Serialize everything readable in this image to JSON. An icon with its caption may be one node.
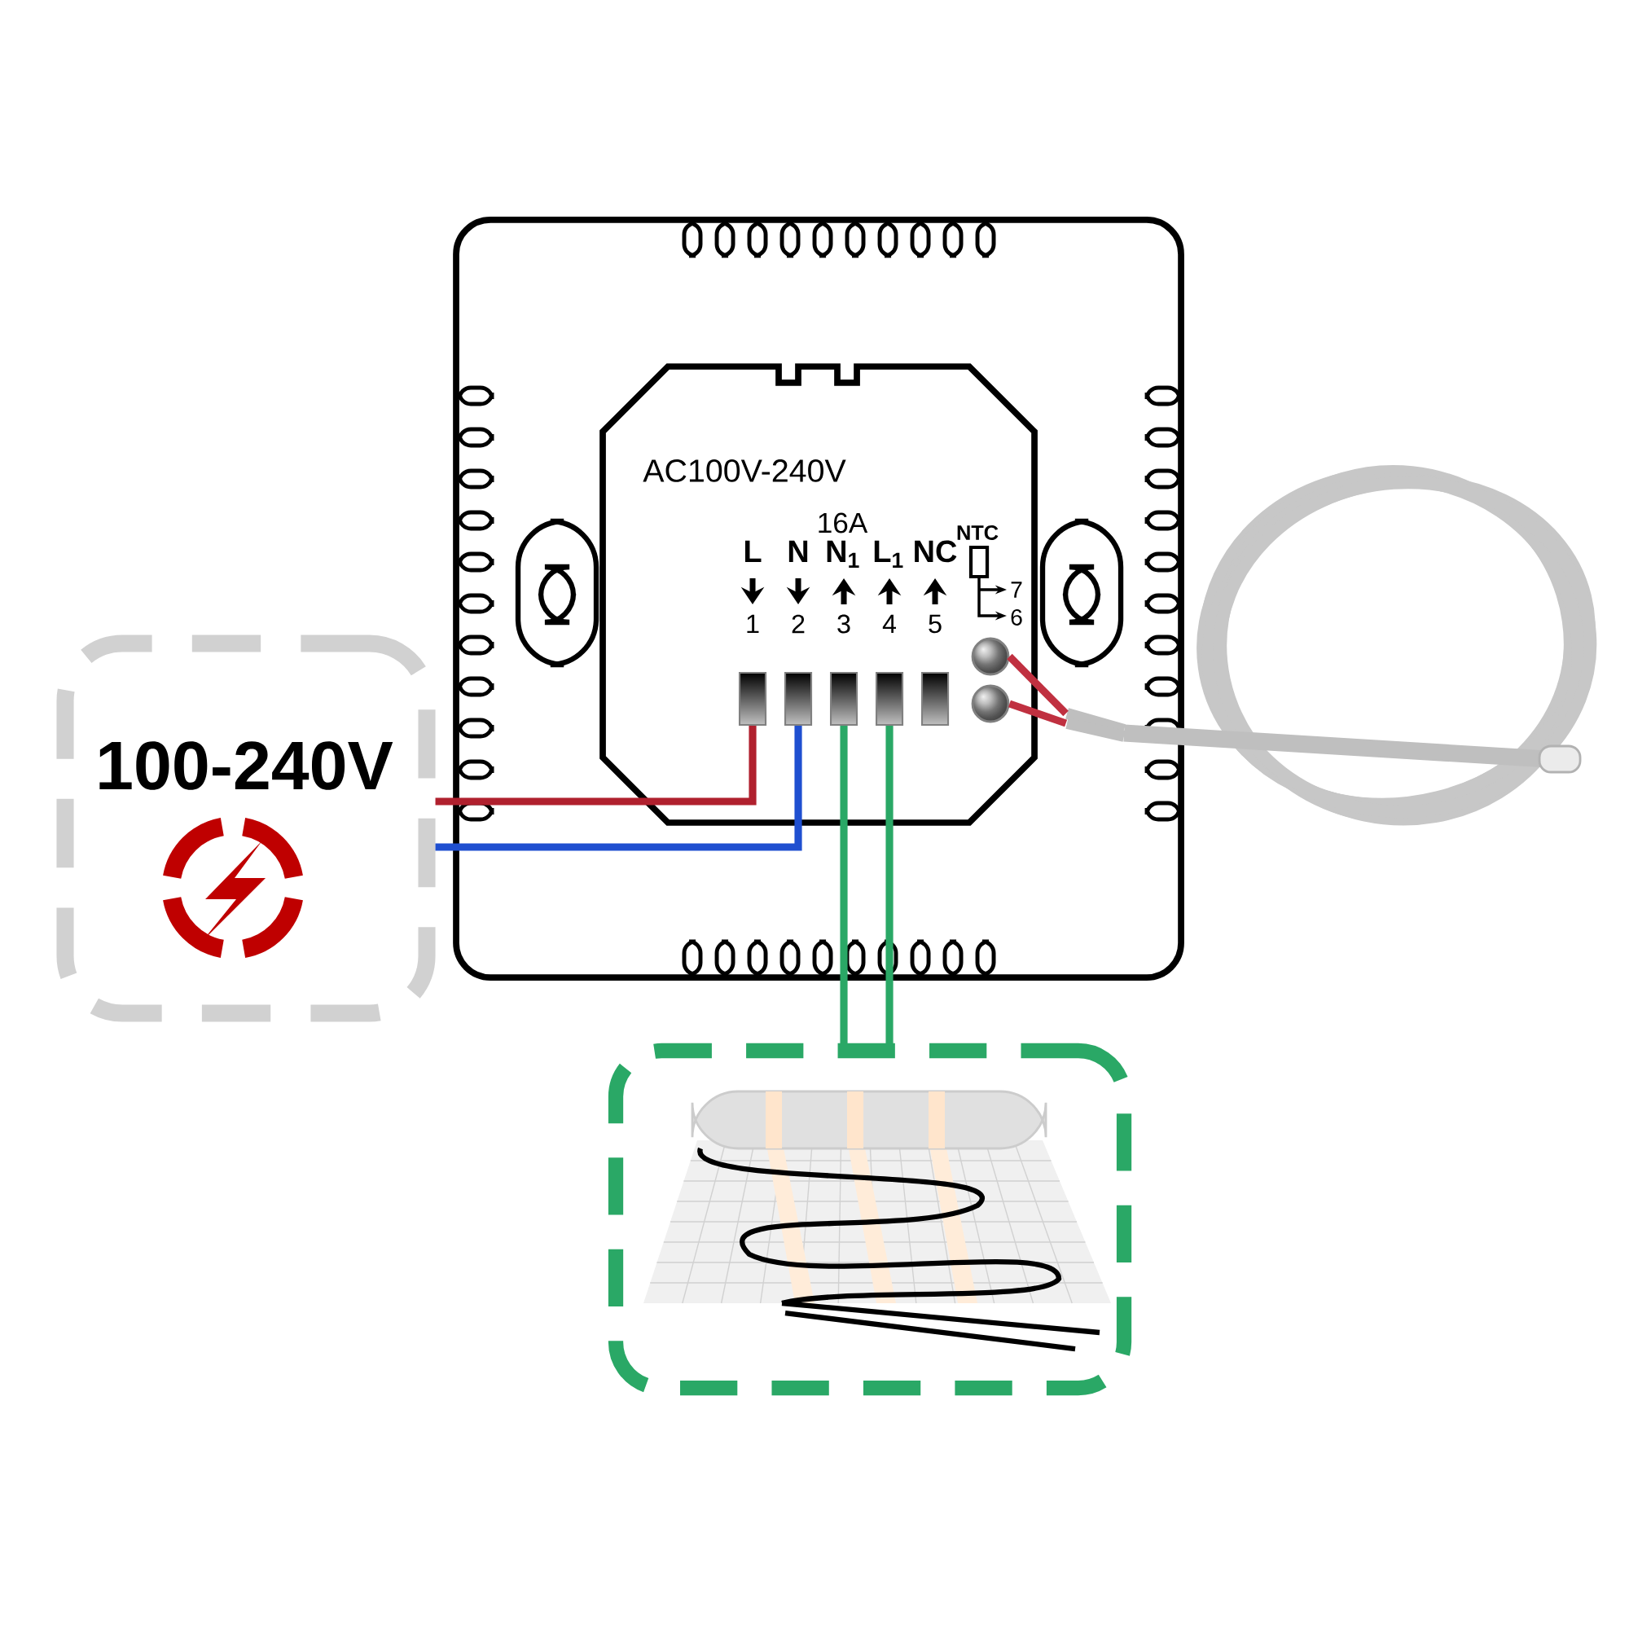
{
  "diagram": {
    "nodes": [
      {
        "text": [],
        "shape": "box"
      },
      {
        "text": [
          "AC100V-240V"
        ],
        "in": 0
      },
      {
        "text": [],
        "shape": "box",
        "in": 1,
        "beside": [
          "L",
          "1"
        ]
      },
      {
        "text": [],
        "shape": "box",
        "in": 1,
        "beside": [
          "N",
          "2"
        ]
      },
      {
        "text": [],
        "shape": "box",
        "in": 1,
        "beside": [
          "N$_{1}$",
          "3"
        ]
      },
      {
        "text": [],
        "shape": "box",
        "in": 1,
        "beside": [
          "L$_{1}$",
          "4"
        ]
      },
      {
        "text": [],
        "shape": "box",
        "in": 1,
        "beside": [
          "NC",
          "5"
        ]
      },
      {
        "text": [],
        "shape": "circle",
        "in": 1
      },
      {
        "text": [],
        "shape": "circle",
        "in": 1
      },
      {
        "text": [
          "100-240V"
        ]
      },
      {
        "text": [],
        "shape": "box"
      },
      {
        "text": [],
        "shape": "picture",
        "in": 10
      },
      {
        "text": [],
        "shape": "picture"
      }
    ],
    "edges": [
      {
        "from": 9,
        "to": 2,
        "arrow": "none",
        "color": "#b0202e"
      },
      {
        "from": 9,
        "to": 3,
        "arrow": "none",
        "color": "#1f4fd0"
      },
      {
        "from": 4,
        "to": 10,
        "arrow": "none",
        "color": "#2aa866"
      },
      {
        "from": 5,
        "to": 10,
        "arrow": "none",
        "color": "#2aa866"
      },
      {
        "from": 7,
        "to": 12,
        "arrow": "none",
        "color": "#c03040"
      },
      {
        "from": 8,
        "to": 12,
        "arrow": "none",
        "color": "#c03040"
      }
    ],
    "labels": [
      "16A",
      "NTC",
      "7",
      "6"
    ]
  }
}
